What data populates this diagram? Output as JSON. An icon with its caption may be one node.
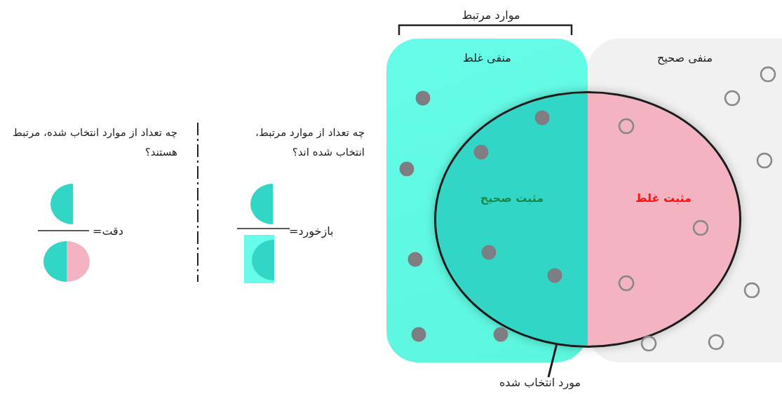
{
  "diagram": {
    "nodes": [
      {
        "text": [
          "منفی غلط"
        ]
      },
      {
        "text": [
          "منفی صحیح"
        ]
      },
      {
        "text": [],
        "shape": "circle"
      },
      {
        "text": [
          "مثبت صحیح"
        ]
      },
      {
        "text": [
          "مثبت غلط"
        ]
      },
      {
        "text": [
          "مورد انتخاب شده"
        ]
      }
    ],
    "edges": [
      {
        "from": 5,
        "to": 2,
        "arrow": "none"
      }
    ],
    "labels": [
      "موارد مرتبط",
      "چه تعداد از موارد مرتبط، انتخاب شده اند؟",
      "بازخورد=",
      "چه تعداد از موارد انتخاب شده، مرتبط هستند؟",
      "دقت="
    ]
  }
}
